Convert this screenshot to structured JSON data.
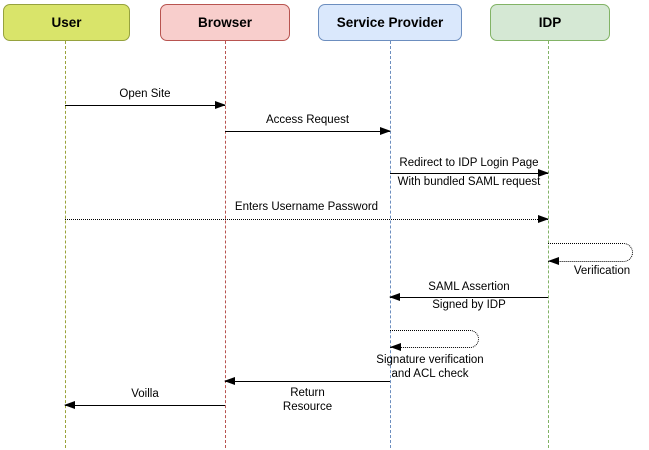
{
  "actors": [
    {
      "label": "User",
      "fill": "#d9e46a",
      "border": "#96a23e",
      "lifeline_color": "#9aa23a"
    },
    {
      "label": "Browser",
      "fill": "#f8cecc",
      "border": "#b85450",
      "lifeline_color": "#b85450"
    },
    {
      "label": "Service Provider",
      "fill": "#dae8fc",
      "border": "#6c8ebf",
      "lifeline_color": "#6c8ebf"
    },
    {
      "label": "IDP",
      "fill": "#d5e8d4",
      "border": "#82b366",
      "lifeline_color": "#82b366"
    }
  ],
  "messages": [
    {
      "label": "Open Site",
      "from": "User",
      "to": "Browser",
      "line": "solid"
    },
    {
      "label": "Access Request",
      "from": "Browser",
      "to": "Service Provider",
      "line": "solid"
    },
    {
      "label": "Redirect to IDP Login Page",
      "sublabel": "With bundled SAML request",
      "from": "Service Provider",
      "to": "IDP",
      "line": "solid"
    },
    {
      "label": "Enters Username Password",
      "from": "User",
      "to": "IDP",
      "line": "dotted"
    },
    {
      "label": "Verification",
      "from": "IDP",
      "to": "IDP",
      "line": "dotted-self"
    },
    {
      "label": "SAML Assertion",
      "sublabel": "Signed by IDP",
      "from": "IDP",
      "to": "Service Provider",
      "line": "solid"
    },
    {
      "label": "Signature verification\nand ACL check",
      "from": "Service Provider",
      "to": "Service Provider",
      "line": "dotted-self"
    },
    {
      "label": "Return\nResource",
      "from": "Service Provider",
      "to": "Browser",
      "line": "solid"
    },
    {
      "label": "Voilla",
      "from": "Browser",
      "to": "User",
      "line": "solid"
    }
  ],
  "colors": {
    "message_line": "#000000",
    "text": "#000000",
    "background": "#ffffff"
  }
}
